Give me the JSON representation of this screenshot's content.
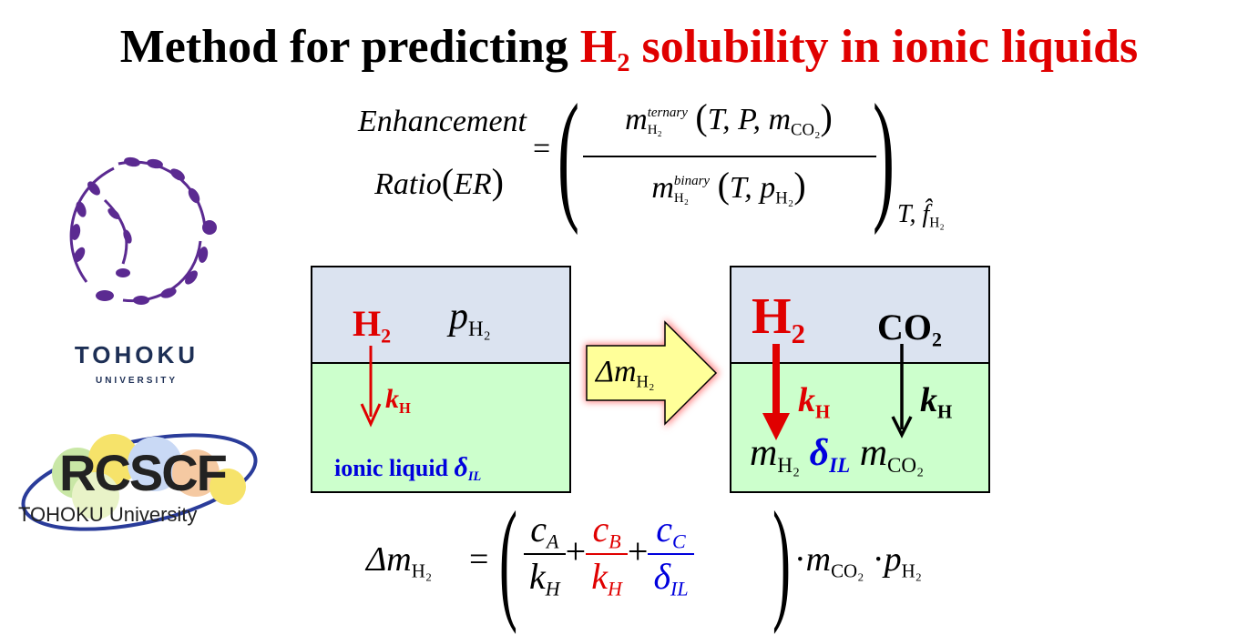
{
  "title": {
    "prefix": "Method for predicting ",
    "highlight_h": "H",
    "highlight_sub": "2",
    "highlight_rest": " solubility in ionic liquids"
  },
  "logos": {
    "tohoku_name": "TOHOKU",
    "tohoku_sub": "UNIVERSITY",
    "rcscf_name": "RCSCF",
    "rcscf_sub": "TOHOKU University"
  },
  "er_equation": {
    "lhs_line1": "Enhancement",
    "lhs_line2": "Ratio",
    "lhs_abbrev": "ER",
    "num_m": "m",
    "num_sup": "ternary",
    "num_sub": "H₂",
    "num_args": "T, P, m",
    "num_args_sub": "CO₂",
    "den_m": "m",
    "den_sup": "binary",
    "den_sub": "H₂",
    "den_args": "T, p",
    "den_args_sub": "H₂",
    "outer_sub": "T, f̂",
    "outer_sub_sub": "H₂"
  },
  "left_box": {
    "gas_label": "H",
    "gas_label_sub": "2",
    "pressure": "p",
    "pressure_sub": "H₂",
    "rate": "k",
    "rate_sub": "H",
    "liquid_text": "ionic liquid ",
    "liquid_symbol": "δ",
    "liquid_symbol_sub": "IL"
  },
  "arrow": {
    "label": "Δm",
    "label_sub": "H₂"
  },
  "right_box": {
    "gas1": "H",
    "gas1_sub": "2",
    "gas2": "CO",
    "gas2_sub": "2",
    "rate1": "k",
    "rate1_sub": "H",
    "rate2": "k",
    "rate2_sub": "H",
    "m1": "m",
    "m1_sub": "H₂",
    "delta": "δ",
    "delta_sub": "IL",
    "m2": "m",
    "m2_sub": "CO₂"
  },
  "bottom_equation": {
    "lhs": "Δm",
    "lhs_sub": "H₂",
    "equals": "=",
    "t1_num": "c",
    "t1_num_sub": "A",
    "t1_den": "k",
    "t1_den_sub": "H",
    "t2_num": "c",
    "t2_num_sub": "B",
    "t2_den": "k",
    "t2_den_sub": "H",
    "t3_num": "c",
    "t3_num_sub": "C",
    "t3_den": "δ",
    "t3_den_sub": "IL",
    "plus": "+",
    "dot": "·",
    "m_co2": "m",
    "m_co2_sub": "CO₂",
    "p_h2": "p",
    "p_h2_sub": "H₂"
  },
  "colors": {
    "red": "#e00000",
    "blue": "#0000dd",
    "gas_bg": "#dbe3f0",
    "liquid_bg": "#ccffcc",
    "arrow_fill": "#ffff99",
    "logo_purple": "#5b2a91",
    "logo_navy": "#1d2f55"
  }
}
